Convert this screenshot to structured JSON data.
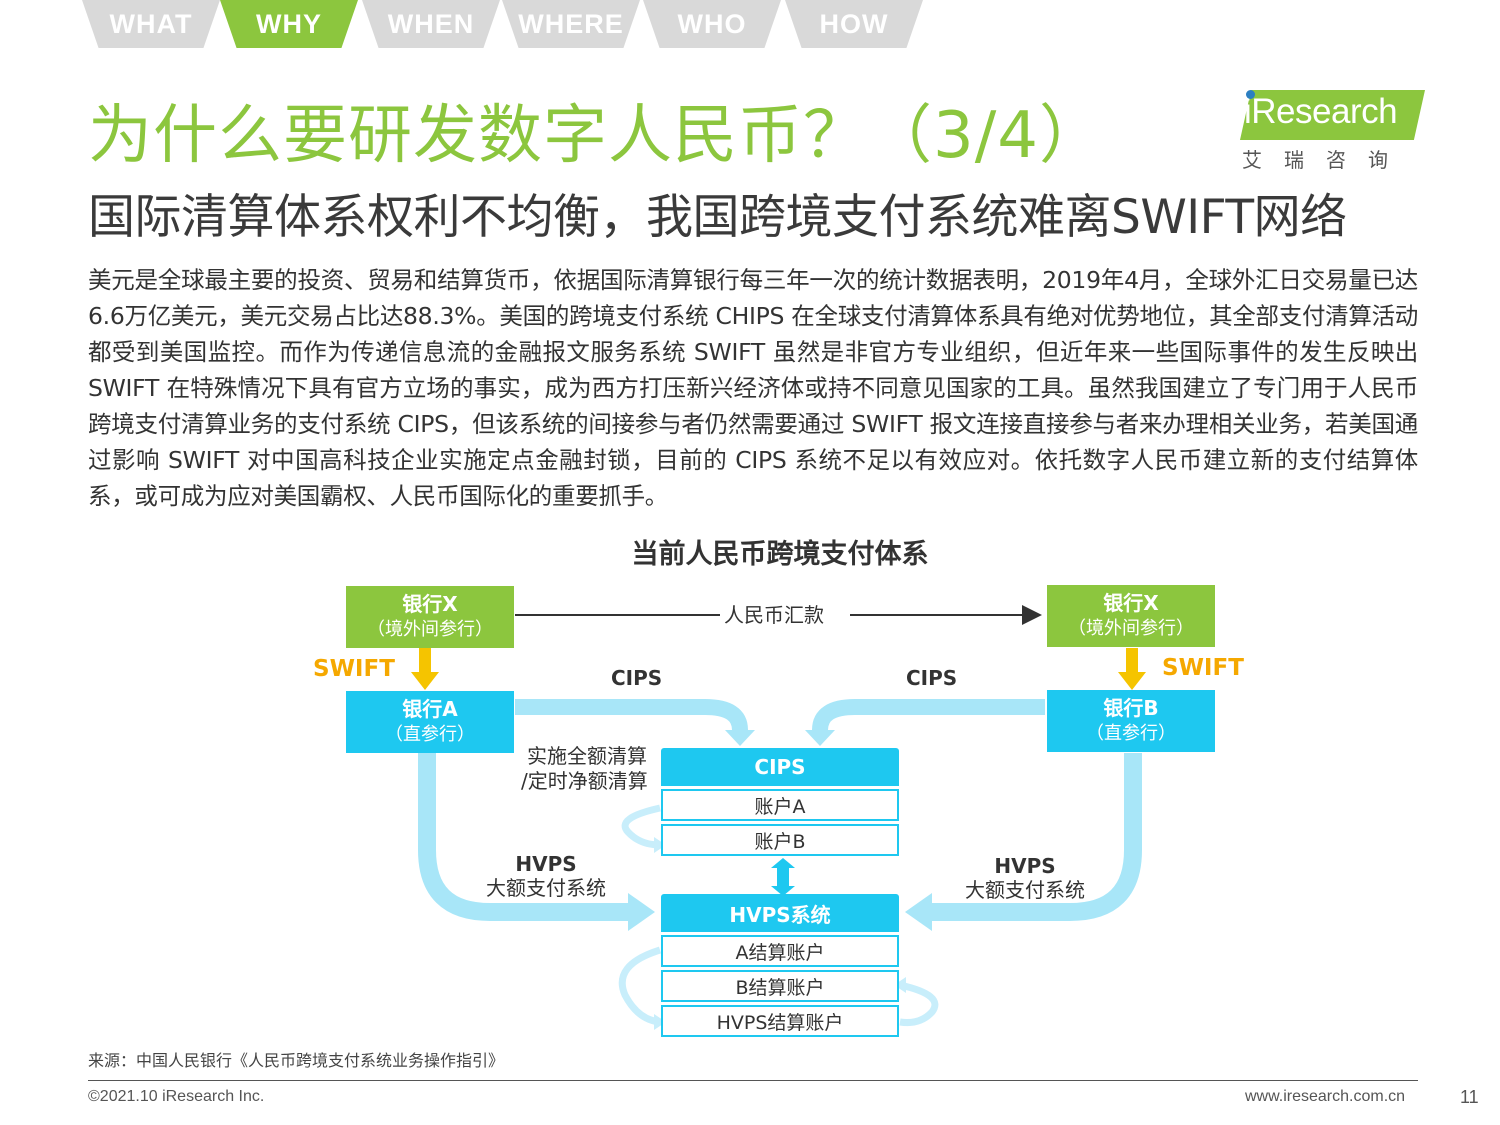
{
  "nav": {
    "tabs": [
      {
        "label": "WHAT",
        "active": false
      },
      {
        "label": "WHY",
        "active": true
      },
      {
        "label": "WHEN",
        "active": false
      },
      {
        "label": "WHERE",
        "active": false
      },
      {
        "label": "WHO",
        "active": false
      },
      {
        "label": "HOW",
        "active": false
      }
    ]
  },
  "header": {
    "title": "为什么要研发数字人民币？（3/4）",
    "subtitle": "国际清算体系权利不均衡，我国跨境支付系统难离SWIFT网络"
  },
  "logo": {
    "wordmark": "iResearch",
    "chinese": "艾瑞咨询"
  },
  "body": {
    "paragraph": "美元是全球最主要的投资、贸易和结算货币，依据国际清算银行每三年一次的统计数据表明，2019年4月，全球外汇日交易量已达6.6万亿美元，美元交易占比达88.3%。美国的跨境支付系统 CHIPS 在全球支付清算体系具有绝对优势地位，其全部支付清算活动都受到美国监控。而作为传递信息流的金融报文服务系统 SWIFT 虽然是非官方专业组织，但近年来一些国际事件的发生反映出 SWIFT 在特殊情况下具有官方立场的事实，成为西方打压新兴经济体或持不同意见国家的工具。虽然我国建立了专门用于人民币跨境支付清算业务的支付系统 CIPS，但该系统的间接参与者仍然需要通过 SWIFT 报文连接直接参与者来办理相关业务，若美国通过影响 SWIFT 对中国高科技企业实施定点金融封锁，目前的 CIPS 系统不足以有效应对。依托数字人民币建立新的支付结算体系，或可成为应对美国霸权、人民币国际化的重要抓手。"
  },
  "diagram": {
    "title": "当前人民币跨境支付体系",
    "bank_x_left": {
      "name": "银行X",
      "role": "（境外间参行）"
    },
    "bank_x_right": {
      "name": "银行X",
      "role": "（境外间参行）"
    },
    "bank_a": {
      "name": "银行A",
      "role": "（直参行）"
    },
    "bank_b": {
      "name": "银行B",
      "role": "（直参行）"
    },
    "remittance_label": "人民币汇款",
    "swift_left": "SWIFT",
    "swift_right": "SWIFT",
    "cips_label_left": "CIPS",
    "cips_label_right": "CIPS",
    "settlement_label_1": "实施全额清算",
    "settlement_label_2": "/定时净额清算",
    "hvps_left": {
      "code": "HVPS",
      "name": "大额支付系统"
    },
    "hvps_right": {
      "code": "HVPS",
      "name": "大额支付系统"
    },
    "cips_system": {
      "title": "CIPS",
      "rows": [
        "账户A",
        "账户B"
      ]
    },
    "hvps_system": {
      "title": "HVPS系统",
      "rows": [
        "A结算账户",
        "B结算账户",
        "HVPS结算账户"
      ]
    },
    "colors": {
      "green": "#8cc63e",
      "blue": "#1ec8f0",
      "light_blue_arrow": "#a8e6f8",
      "swift_orange": "#f5a800"
    }
  },
  "footer": {
    "source": "来源：中国人民银行《人民币跨境支付系统业务操作指引》",
    "copyright": "©2021.10 iResearch Inc.",
    "website": "www.iresearch.com.cn",
    "page": "11"
  }
}
